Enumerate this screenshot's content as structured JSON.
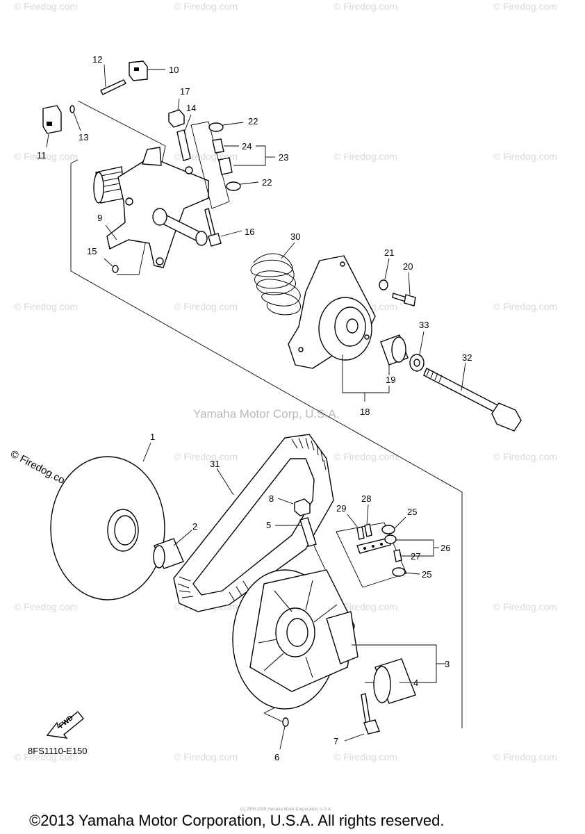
{
  "watermark_site": "© Firedog.com",
  "watermark_center": "Yamaha Motor Corp, U.S.A.",
  "diagram_code": "8FS1110-E150",
  "fwd_label": "FWD",
  "copyright": "©2013 Yamaha Motor Corporation, U.S.A. All rights reserved.",
  "fine_print": "(c) 2005-2015 Yamaha Motor Corporation, U.S.A.",
  "labels": {
    "p1": "1",
    "p2": "2",
    "p3": "3",
    "p4": "4",
    "p5": "5",
    "p6": "6",
    "p7": "7",
    "p8": "8",
    "p9": "9",
    "p10": "10",
    "p11": "11",
    "p12": "12",
    "p13": "13",
    "p14": "14",
    "p15": "15",
    "p16": "16",
    "p17": "17",
    "p18": "18",
    "p19": "19",
    "p20": "20",
    "p21": "21",
    "p22a": "22",
    "p22b": "22",
    "p23": "23",
    "p24": "24",
    "p25a": "25",
    "p25b": "25",
    "p26": "26",
    "p27": "27",
    "p28": "28",
    "p29": "29",
    "p30": "30",
    "p31": "31",
    "p32": "32",
    "p33": "33"
  }
}
